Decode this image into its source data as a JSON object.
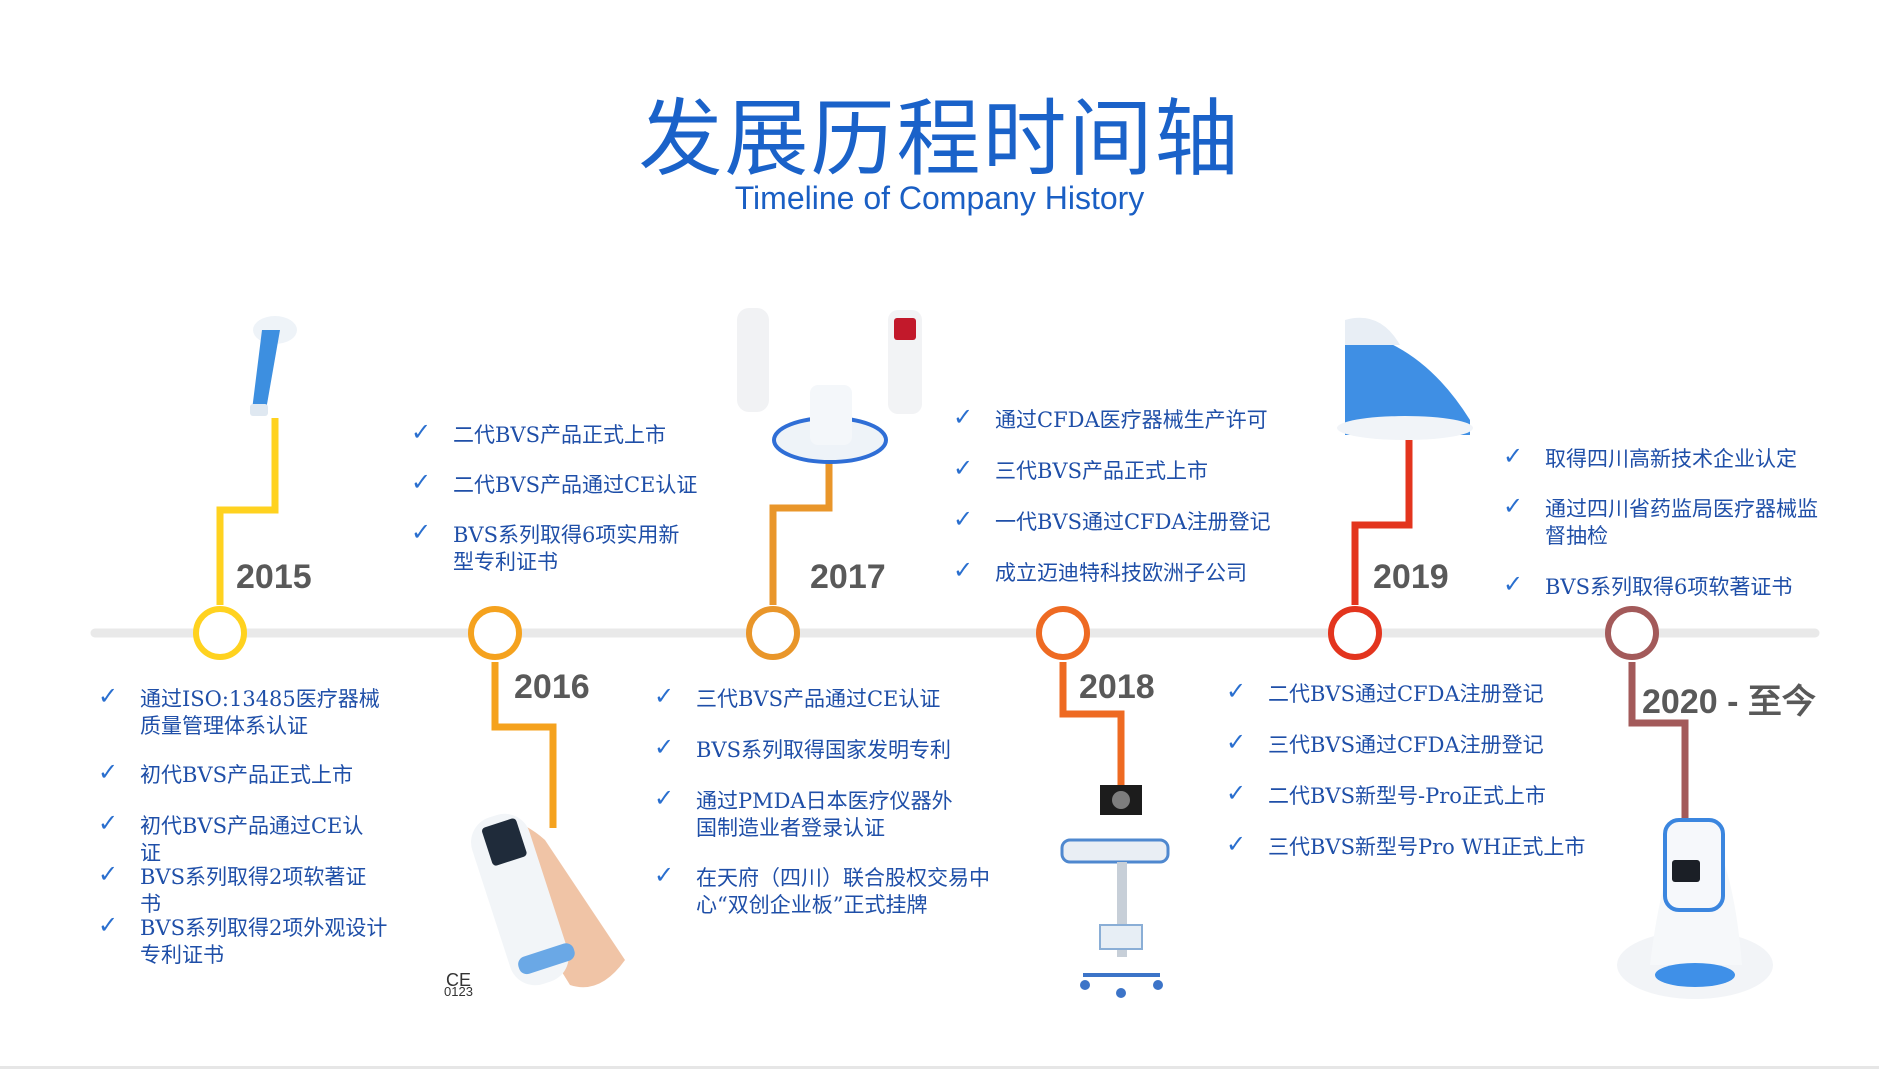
{
  "header": {
    "title": "发展历程时间轴",
    "subtitle": "Timeline of Company History"
  },
  "colors": {
    "y2015": "#ffd21f",
    "y2016": "#f5a21e",
    "y2017": "#e9962a",
    "y2018": "#ee6a22",
    "y2019": "#e3351e",
    "y2020": "#a35a5a",
    "axis": "#e9e9e9",
    "text_blue": "#1f4fa8"
  },
  "milestones": [
    {
      "year": "2015",
      "items": [
        "通过ISO:13485医疗器械质量管理体系认证",
        "初代BVS产品正式上市",
        "初代BVS产品通过CE认证",
        "BVS系列取得2项软著证书",
        "BVS系列取得2项外观设计专利证书"
      ]
    },
    {
      "year": "2016",
      "items": [
        "二代BVS产品正式上市",
        "二代BVS产品通过CE认证",
        "BVS系列取得6项实用新型专利证书"
      ]
    },
    {
      "year": "2017",
      "items": [
        "三代BVS产品通过CE认证",
        "BVS系列取得国家发明专利",
        "通过PMDA日本医疗仪器外国制造业者登录认证",
        "在天府（四川）联合股权交易中心“双创企业板”正式挂牌"
      ]
    },
    {
      "year": "2018",
      "items": [
        "通过CFDA医疗器械生产许可",
        "三代BVS产品正式上市",
        "一代BVS通过CFDA注册登记",
        "成立迈迪特科技欧洲子公司"
      ]
    },
    {
      "year": "2019",
      "items": [
        "二代BVS通过CFDA注册登记",
        "三代BVS通过CFDA注册登记",
        "二代BVS新型号-Pro正式上市",
        "三代BVS新型号Pro WH正式上市"
      ]
    },
    {
      "year": "2020 - 至今",
      "items": [
        "取得四川高新技术企业认定",
        "通过四川省药监局医疗器械监督抽检",
        "BVS系列取得6项软著证书"
      ]
    }
  ],
  "icons": {
    "check": "check-icon",
    "ce_mark": "ce-mark"
  },
  "ce_mark": {
    "symbol": "CE",
    "number": "0123"
  }
}
